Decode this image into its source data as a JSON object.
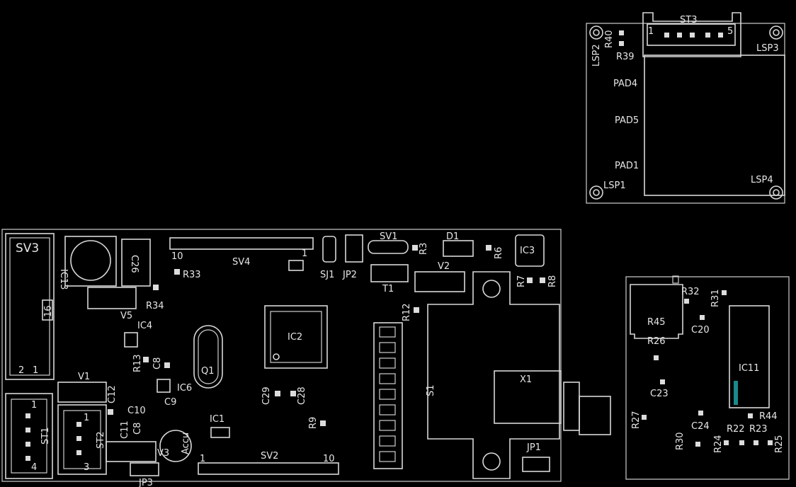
{
  "viewer": {
    "background": "#000000",
    "silkscreen": "#d8d8d8"
  },
  "boards": {
    "display": {
      "labels": {
        "st3": "ST3",
        "pin1": "1",
        "pin5": "5",
        "r40": "R40",
        "r39": "R39",
        "lsp2": "LSP2",
        "lsp3": "LSP3",
        "pad4": "PAD4",
        "pad5": "PAD5",
        "pad1": "PAD1",
        "lsp1": "LSP1",
        "lsp4": "LSP4"
      }
    },
    "main": {
      "labels": {
        "sv3": "SV3",
        "sv3_p16": "16",
        "sv3_p2": "2",
        "sv3_p1": "1",
        "ic13": "IC13",
        "c26": "C26",
        "v5": "V5",
        "r34": "R34",
        "r33": "R33",
        "ic4": "IC4",
        "r13": "R13",
        "c8": "C8",
        "ic6": "IC6",
        "c9": "C9",
        "q1": "Q1",
        "ic2": "IC2",
        "ic1": "IC1",
        "c29": "C29",
        "c28": "C28",
        "r9": "R9",
        "v1": "V1",
        "c12": "C12",
        "c10": "C10",
        "c11": "C11",
        "c8b": "C8",
        "st1": "ST1",
        "st1_p1": "1",
        "st1_p4": "4",
        "st2": "ST2",
        "st2_p1": "1",
        "st2_p3": "3",
        "v3": "V3",
        "accu": "Accu",
        "jp3": "JP3",
        "sv4": "SV4",
        "sv4_p10": "10",
        "sv4_p1": "1",
        "sv2": "SV2",
        "sv2_p1": "1",
        "sv2_p10": "10",
        "sj1": "SJ1",
        "jp2": "JP2",
        "sv1": "SV1",
        "t1": "T1",
        "r3": "R3",
        "d1": "D1",
        "r6": "R6",
        "ic3": "IC3",
        "v2": "V2",
        "r7": "R7",
        "r8": "R8",
        "r12": "R12",
        "s1": "S1",
        "x1": "X1",
        "jp1": "JP1"
      }
    },
    "sensor": {
      "labels": {
        "r32": "R32",
        "r31": "R31",
        "r45": "R45",
        "c20": "C20",
        "r26": "R26",
        "ic11": "IC11",
        "c23": "C23",
        "r27": "R27",
        "c24": "C24",
        "r44": "R44",
        "r22": "R22",
        "r23": "R23",
        "r30": "R30",
        "r24": "R24",
        "r25": "R25"
      }
    }
  }
}
